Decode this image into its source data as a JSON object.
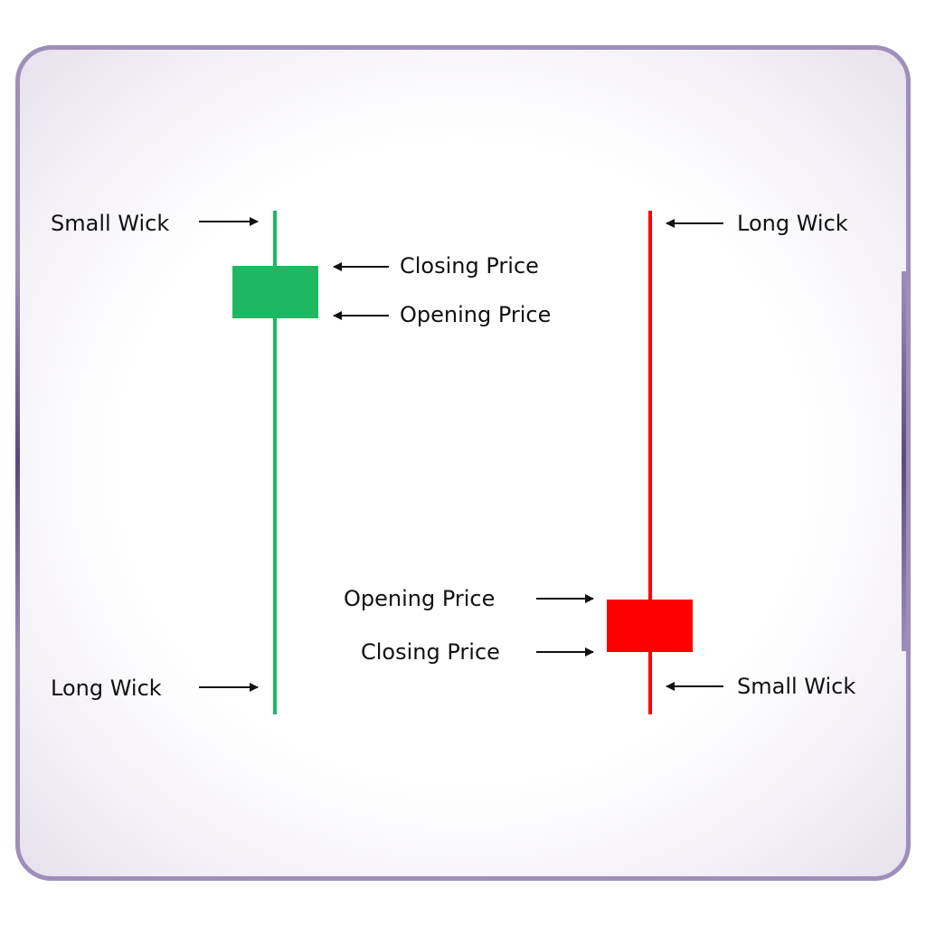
{
  "colors": {
    "bullish": "#1db861",
    "bearish": "#ff0000",
    "frame": "#9e8fb8",
    "text": "#111111"
  },
  "bullish_candle": {
    "labels": {
      "top_wick": "Small Wick",
      "close": "Closing Price",
      "open": "Opening Price",
      "bottom_wick": "Long Wick"
    }
  },
  "bearish_candle": {
    "labels": {
      "top_wick": "Long Wick",
      "open": "Opening Price",
      "close": "Closing Price",
      "bottom_wick": "Small Wick"
    }
  }
}
